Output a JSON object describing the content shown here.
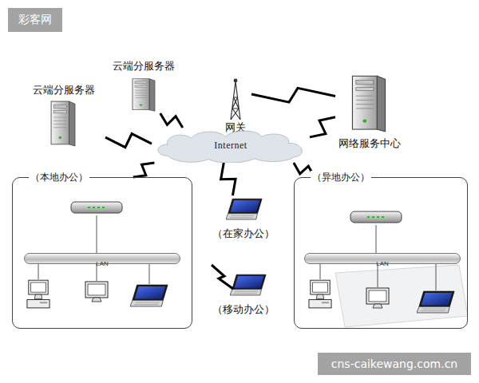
{
  "diagram": {
    "nodes": [
      {
        "text": [
          "云端分服务器"
        ]
      },
      {
        "text": [
          "云端分服务器"
        ]
      },
      {
        "text": [
          "网关"
        ]
      },
      {
        "text": [
          "网络服务中心"
        ]
      },
      {
        "text": [
          "Internet"
        ]
      },
      {
        "text": [
          "（本地办公）"
        ]
      },
      {
        "text": [
          "LAN"
        ],
        "in": 5
      },
      {
        "text": [
          "（在家办公）"
        ]
      },
      {
        "text": [
          "（异地办公）"
        ]
      },
      {
        "text": [
          "LAN"
        ],
        "in": 8
      },
      {
        "text": [
          "（移动办公）"
        ]
      }
    ],
    "edges": [
      {
        "from": 1,
        "to": 4,
        "arrow": "none"
      },
      {
        "from": 0,
        "to": 4,
        "arrow": "none"
      },
      {
        "from": 2,
        "to": 3,
        "arrow": "none"
      },
      {
        "from": 3,
        "to": 4,
        "arrow": "none"
      },
      {
        "from": 4,
        "to": 5,
        "arrow": "none"
      },
      {
        "from": 4,
        "to": 7,
        "arrow": "none"
      },
      {
        "from": 4,
        "to": 8,
        "arrow": "none"
      }
    ],
    "labels": [
      "彩客网",
      "cns-caikewang.com.cn"
    ]
  }
}
